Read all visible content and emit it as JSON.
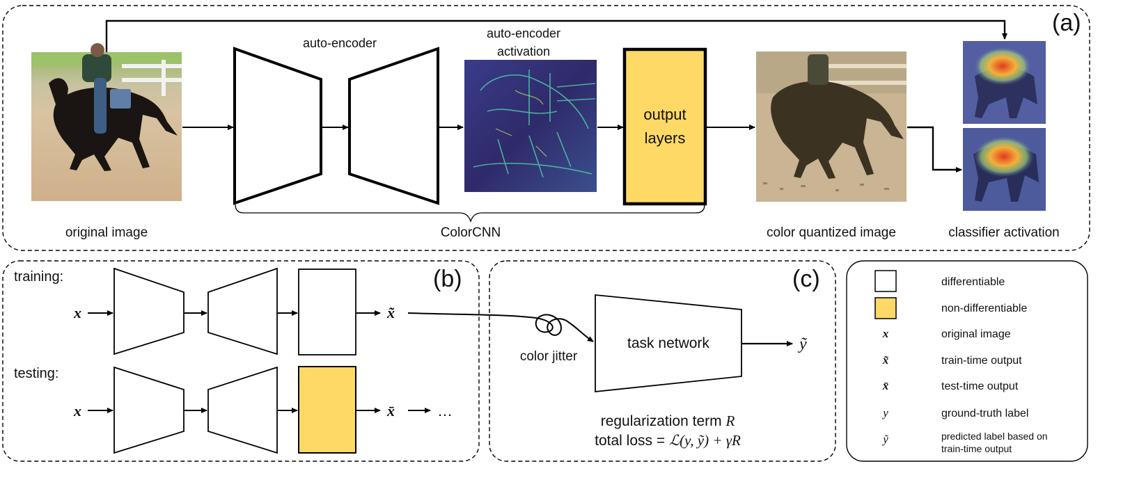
{
  "panel_a": {
    "tag": "(a)",
    "original_image_label": "original image",
    "autoencoder_label": "auto-encoder",
    "activation_label_line1": "auto-encoder",
    "activation_label_line2": "activation",
    "output_layers_line1": "output",
    "output_layers_line2": "layers",
    "colorcnn_label": "ColorCNN",
    "quantized_label": "color quantized image",
    "classifier_label": "classifier activation"
  },
  "panel_b": {
    "tag": "(b)",
    "training_label": "training:",
    "testing_label": "testing:",
    "input_symbol": "x",
    "train_output_symbol": "x̃",
    "test_output_symbol": "x̄",
    "ellipsis": "…"
  },
  "panel_c": {
    "tag": "(c)",
    "jitter_label": "color jitter",
    "task_network_label": "task network",
    "output_symbol": "ỹ",
    "reg_term_text": "regularization term ",
    "reg_term_symbol": "R",
    "loss_prefix": "total loss = ",
    "loss_formula": "ℒ(y, ỹ) + γR"
  },
  "legend": {
    "items": [
      {
        "symbol": "",
        "label": "differentiable"
      },
      {
        "symbol": "",
        "label": "non-differentiable"
      },
      {
        "symbol": "x",
        "label": "original image"
      },
      {
        "symbol": "x̃",
        "label": "train-time output"
      },
      {
        "symbol": "x̄",
        "label": "test-time output"
      },
      {
        "symbol": "y",
        "label": "ground-truth label"
      },
      {
        "symbol": "ỹ",
        "label_line1": "predicted label based on",
        "label_line2": "train-time output"
      }
    ]
  },
  "colors": {
    "non_differentiable_fill": "#FFD966",
    "stroke": "#000000",
    "activation_dark": "#3b2a6e",
    "activation_bright": "#4ec9a8",
    "heatmap_hot": "#d8402b"
  }
}
